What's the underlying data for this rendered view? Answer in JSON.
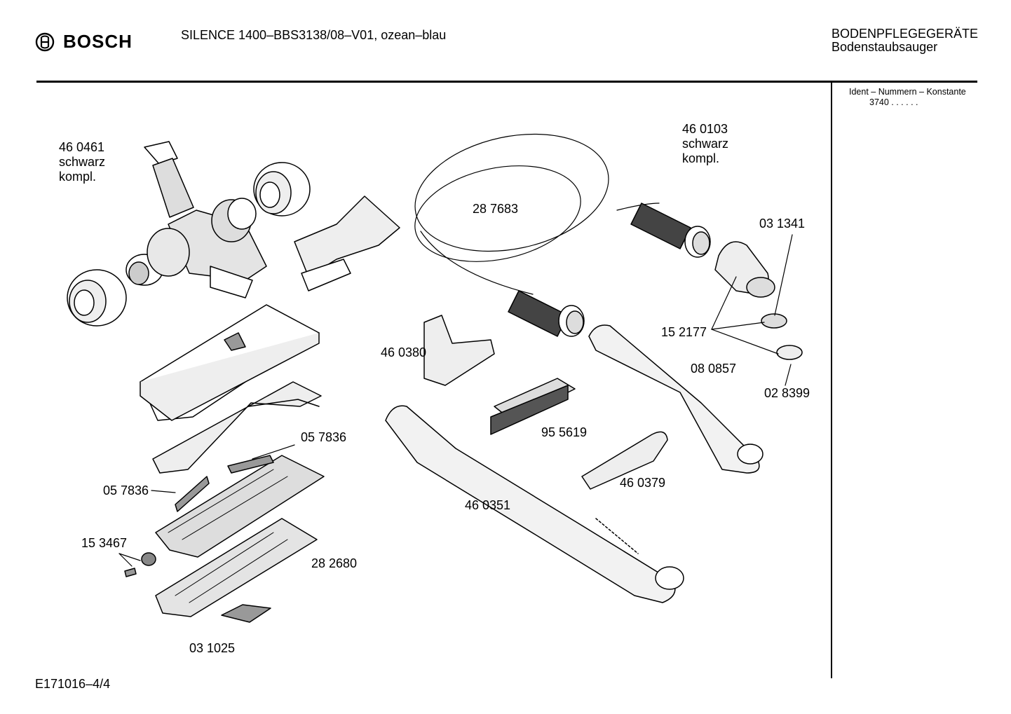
{
  "header": {
    "brand": "BOSCH",
    "model": "SILENCE 1400–BBS3138/08–V01, ozean–blau",
    "category": "BODENPFLEGEGERÄTE",
    "subcategory": "Bodenstaubsauger"
  },
  "sidebar": {
    "ident_heading": "Ident – Nummern – Konstante",
    "ident_value": "3740 . . . . . ."
  },
  "footer": {
    "drawing_code": "E171016–4/4"
  },
  "parts": [
    {
      "number": "46 0461",
      "note1": "schwarz",
      "note2": "kompl."
    },
    {
      "number": "46 0103",
      "note1": "schwarz",
      "note2": "kompl."
    },
    {
      "number": "28 7683"
    },
    {
      "number": "03 1341"
    },
    {
      "number": "15 2177"
    },
    {
      "number": "08 0857"
    },
    {
      "number": "02 8399"
    },
    {
      "number": "46 0380"
    },
    {
      "number": "95 5619"
    },
    {
      "number": "05 7836"
    },
    {
      "number": "05 7836"
    },
    {
      "number": "46 0379"
    },
    {
      "number": "46 0351"
    },
    {
      "number": "15 3467"
    },
    {
      "number": "28 2680"
    },
    {
      "number": "03 1025"
    }
  ]
}
